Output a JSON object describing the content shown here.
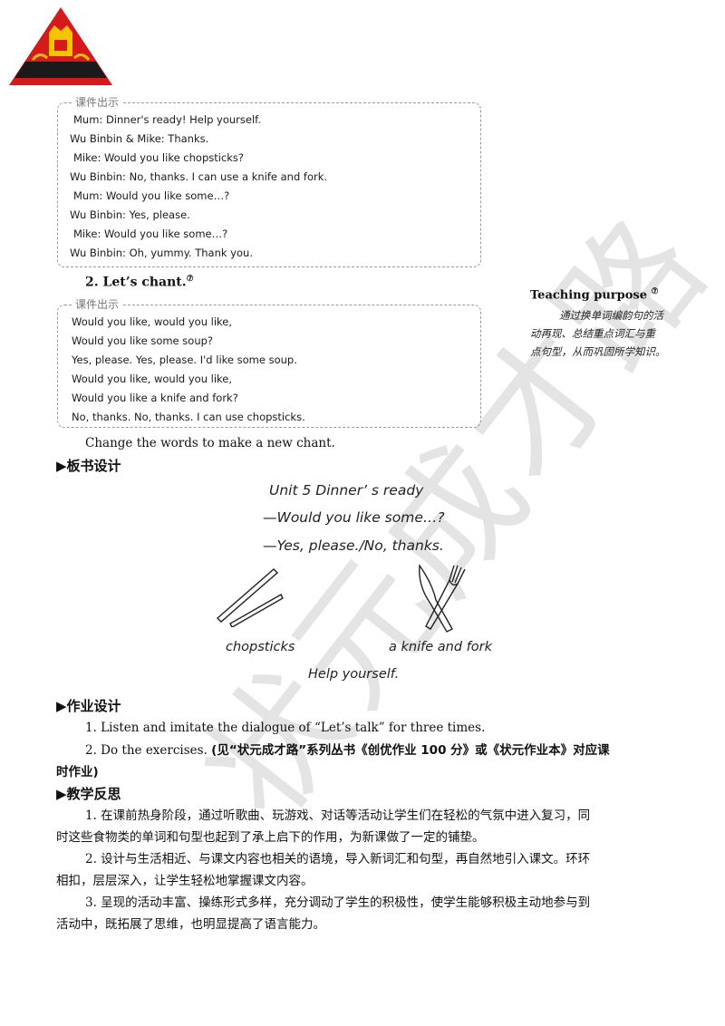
{
  "box1": {
    "tag": "课件出示",
    "lines": [
      "Mum: Dinner's ready! Help yourself.",
      "Wu Binbin & Mike: Thanks.",
      "Mike: Would you like chopsticks?",
      "Wu Binbin: No, thanks. I can use a knife and fork.",
      "Mum: Would you like some…?",
      "Wu Binbin: Yes, please.",
      "Mike: Would you like some…?",
      "Wu Binbin: Oh, yummy. Thank you."
    ]
  },
  "chant": {
    "title": "2. Let’s chant.",
    "mark": "⑦"
  },
  "box2": {
    "tag": "课件出示",
    "lines": [
      "Would you like, would you like,",
      "Would you like some soup?",
      "Yes, please. Yes, please. I'd like some soup.",
      "Would you like, would you like,",
      "Would you like a knife and fork?",
      "No, thanks. No, thanks. I can use chopsticks."
    ]
  },
  "teaching_purpose": {
    "title": "Teaching purpose",
    "mark": "⑦",
    "lines": [
      "通过换单词编韵句的活",
      "动再现、总结重点词汇与重",
      "点句型，从而巩固所学知识。"
    ]
  },
  "change_words": "Change the words to make a new chant.",
  "board_section": {
    "heading": "▶板书设计",
    "line1": "Unit 5   Dinner’ s ready",
    "line2": "—Would you like some…?",
    "line3": "—Yes, please./No, thanks.",
    "label_chopsticks": "chopsticks",
    "label_knife": "a knife and fork",
    "line4": "Help yourself."
  },
  "homework": {
    "heading": "▶作业设计",
    "item1": "1. Listen and imitate the dialogue of “Let’s talk” for three times.",
    "item2_a": "2. Do  the  exercises. ",
    "item2_b": "(见“状元成才路”系列丛书《创优作业 100 分》或《状元作业本》对应课",
    "item2_c": "时作业)"
  },
  "reflection": {
    "heading": "▶教学反思",
    "p1_a": "1. 在课前热身阶段，通过听歌曲、玩游戏、对话等活动让学生们在轻松的气氛中进入复习，同",
    "p1_b": "时这些食物类的单词和句型也起到了承上启下的作用，为新课做了一定的铺垫。",
    "p2_a": "2. 设计与生活相近、与课文内容也相关的语境，导入新词汇和句型，再自然地引入课文。环环",
    "p2_b": "相扣，层层深入，让学生轻松地掌握课文内容。",
    "p3_a": "3. 呈现的活动丰富、操练形式多样，充分调动了学生的积极性，使学生能够积极主动地参与到",
    "p3_b": "活动中，既拓展了思维，也明显提高了语言能力。"
  },
  "watermark": "状元成才路",
  "colors": {
    "logo_red": "#d41a1a",
    "logo_gold": "#f5c400",
    "logo_black": "#1a1a1a"
  }
}
